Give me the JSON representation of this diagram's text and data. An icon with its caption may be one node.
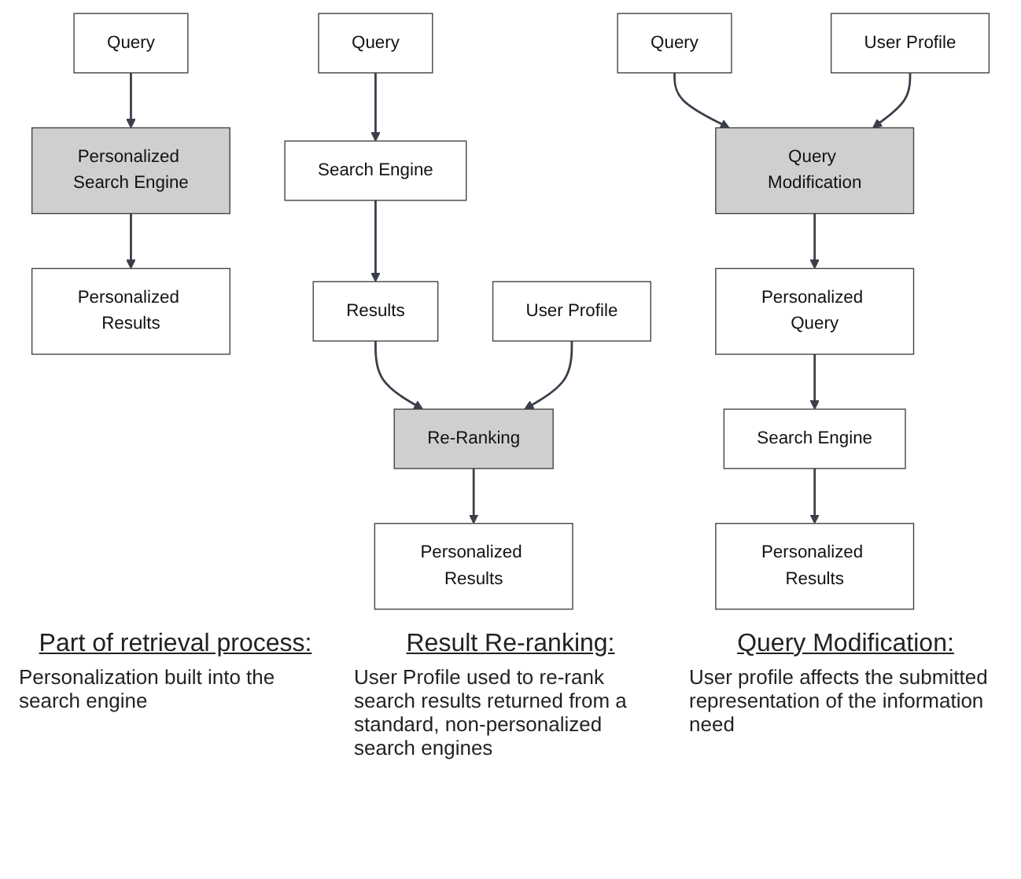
{
  "diagram": {
    "nodes": [
      {
        "text": [
          "Query"
        ]
      },
      {
        "text": [
          "Personalized Search Engine"
        ]
      },
      {
        "text": [
          "Personalized Results"
        ]
      },
      {
        "text": [
          "Query"
        ]
      },
      {
        "text": [
          "Search Engine"
        ]
      },
      {
        "text": [
          "Results"
        ]
      },
      {
        "text": [
          "Re-Ranking"
        ]
      },
      {
        "text": [
          "User Profile"
        ]
      },
      {
        "text": [
          "Personalized Results"
        ]
      },
      {
        "text": [
          "Query"
        ]
      },
      {
        "text": [
          "User Profile"
        ]
      },
      {
        "text": [
          "Query Modification"
        ]
      },
      {
        "text": [
          "Personalized Query"
        ]
      },
      {
        "text": [
          "Search Engine"
        ]
      },
      {
        "text": [
          "Personalized Results"
        ]
      }
    ],
    "edges": [
      {
        "from": 0,
        "to": 1,
        "arrow": "to"
      },
      {
        "from": 1,
        "to": 2,
        "arrow": "to"
      },
      {
        "from": 3,
        "to": 4,
        "arrow": "to"
      },
      {
        "from": 4,
        "to": 5,
        "arrow": "to"
      },
      {
        "from": 5,
        "to": 6,
        "arrow": "to"
      },
      {
        "from": 7,
        "to": 6,
        "arrow": "to"
      },
      {
        "from": 6,
        "to": 8,
        "arrow": "to"
      },
      {
        "from": 9,
        "to": 11,
        "arrow": "to"
      },
      {
        "from": 10,
        "to": 11,
        "arrow": "to"
      },
      {
        "from": 11,
        "to": 12,
        "arrow": "to"
      },
      {
        "from": 12,
        "to": 13,
        "arrow": "to"
      },
      {
        "from": 13,
        "to": 14,
        "arrow": "to"
      }
    ],
    "labels": [
      "Part of retrieval process:",
      "Result Re-ranking:",
      "Query Modification:",
      "Personalization built into the search engine",
      "User Profile used to re-rank search results returned from a standard, non-personalized search engines",
      "User profile affects the submitted representation of the information need"
    ]
  }
}
